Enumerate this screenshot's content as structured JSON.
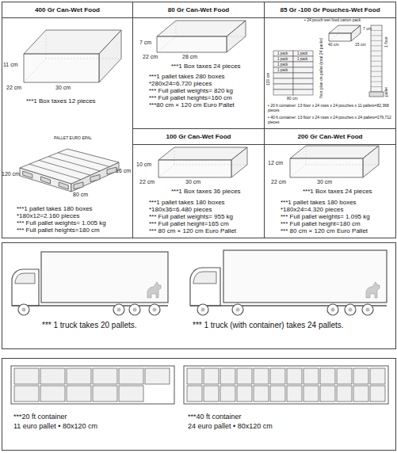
{
  "diagram": {
    "nodes": [
      {
        "text": [
          "400 Gr Can-Wet Food",
          "***1 Box taxes 12 pieces",
          "***1 pallet takes 180 boxes",
          "*180x12=2.160 pieces",
          "*** Full pallet weights= 1.005 kg",
          "*** Full pallet heights=180 cm"
        ]
      },
      {
        "text": [
          "80 Gr Can-Wet Food",
          "***1 Box taxes 24 pieces",
          "***1 pallet takes 280 boxes",
          "*280x24=6.720 pieces",
          "*** Full pallet weights= 820 kg",
          "*** Full pallet heights=160 cm",
          "***80 cm × 120 cm Euro Pallet"
        ]
      },
      {
        "text": [
          "85 Gr -100 Gr Pouches-Wet Food",
          "• 20 ft container: 13 floor x 24 rows x 24 pouches x 11 pallets=82,368 pieces",
          "• 40 ft container: 13 floor x 24 rows x 24 pouches x 24 pallets=179,712 pieces"
        ]
      },
      {
        "text": [
          "100 Gr Can-Wet Food",
          "***1 Box taxes 36 pieces",
          "***1 pallet takes 180 boxes",
          "*180x36=6.480 pieces",
          "*** Full pallet weights= 955 kg",
          "*** Full pallet height=165 cm",
          "*** 80 cm × 120 cm Euro Pallet"
        ]
      },
      {
        "text": [
          "200 Gr Can-Wet Food",
          "***1 Box taxes 24 pieces",
          "***1 pallet takes 180 boxes",
          "*180x24=4.320 pieces",
          "*** Full pallet weights= 1.095 kg",
          "*** Full pallet height=180 cm",
          "*** 80 cm × 120 cm Euro Pallet"
        ]
      },
      {
        "text": [
          "*** 1 truck takes 20 pallets.",
          "*** 1 truck (with container) takes 24 pallets."
        ]
      },
      {
        "text": [
          "***20 ft container",
          "11 euro pallet • 80x120 cm",
          "***40 ft container",
          "24 euro pallet • 80x120 cm"
        ]
      }
    ],
    "labels": [
      "11 cm",
      "22 cm",
      "30 cm",
      "PALLET EURO EPAL",
      "120 cm",
      "80 cm",
      "16 cm",
      "7 cm",
      "22 cm",
      "28 cm",
      "• 24 pouch wet food carton pack",
      "40 cm",
      "15 cm",
      "7 cm",
      "120 cm",
      "80 cm",
      "floor plan on pallet (total 24 packs)",
      "1 pack",
      "1 pack",
      "1 pack",
      "1 pack",
      "1 pack",
      "1 pack",
      "1 floor",
      "pallet",
      "10 cm",
      "22 cm",
      "30 cm",
      "12 cm",
      "22 cm",
      "30 cm"
    ]
  }
}
